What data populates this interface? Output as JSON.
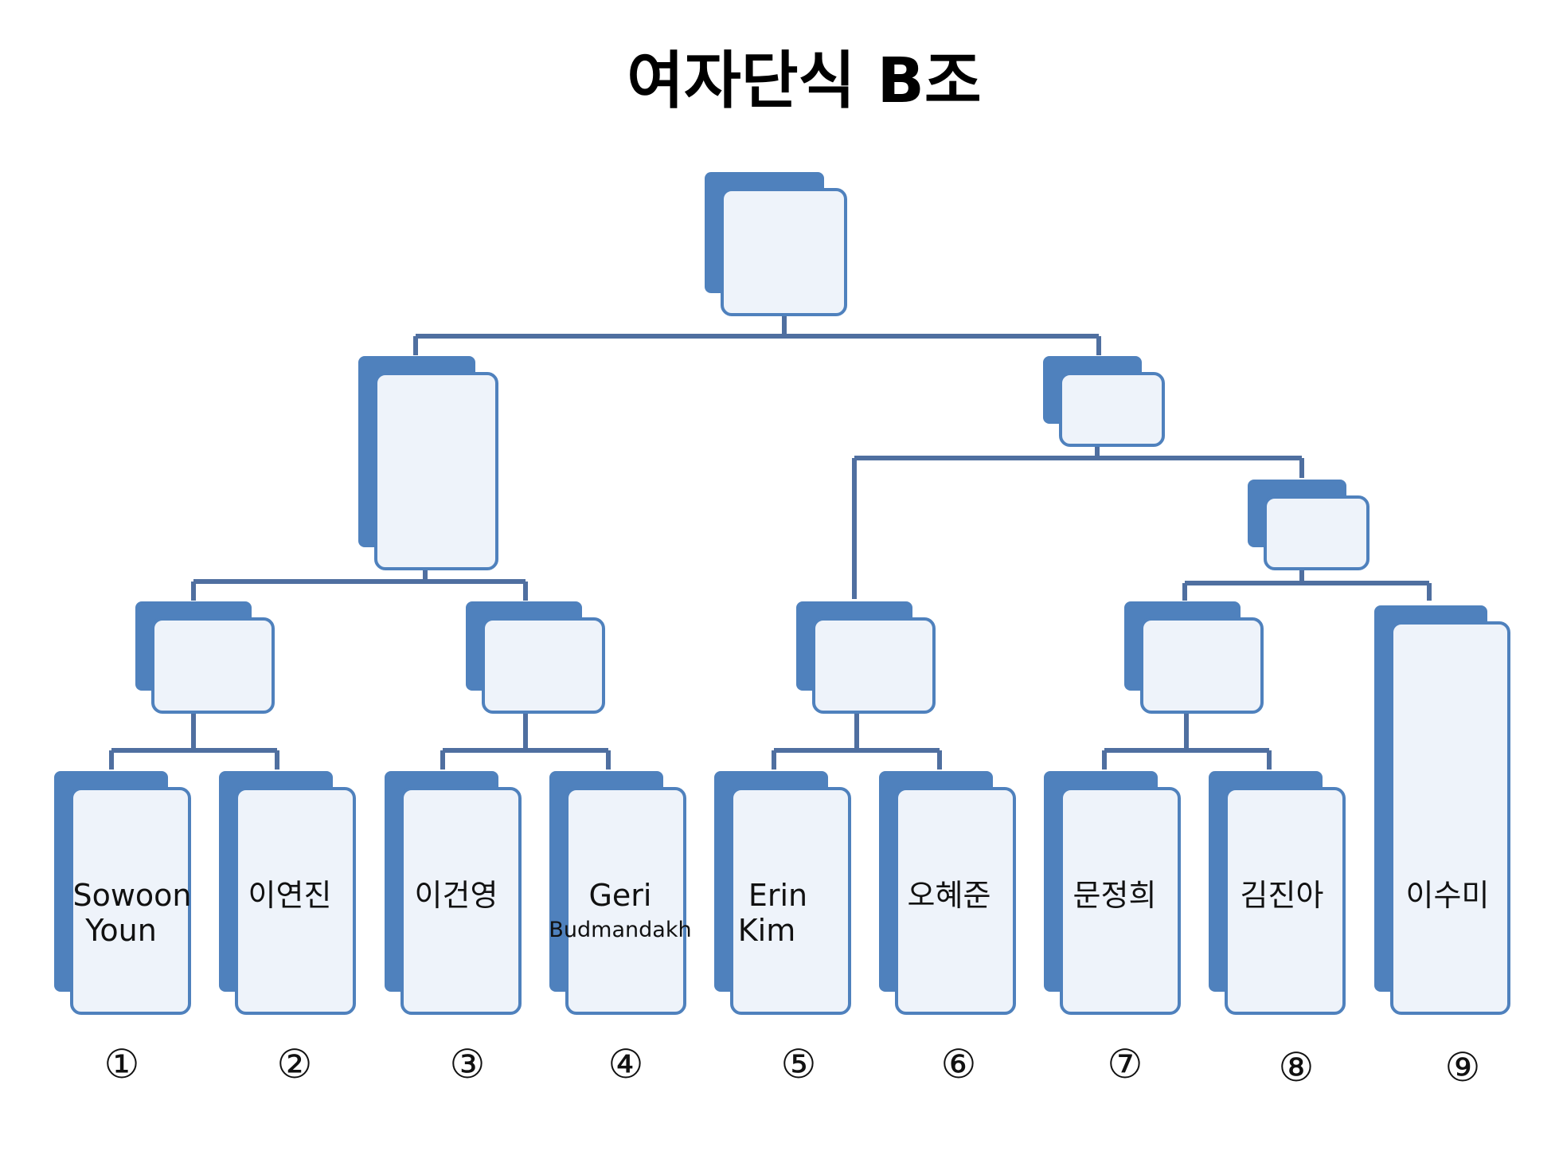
{
  "title": "여자단식 B조",
  "colors": {
    "back_block": "#4f81bd",
    "front_fill": "#eef3fa",
    "outline": "#4f81bd",
    "line": "#4f6fa0",
    "text": "#111111"
  },
  "players": [
    {
      "seed": "①",
      "name_lines": [
        "Sowoon",
        "Youn"
      ]
    },
    {
      "seed": "②",
      "name_lines": [
        "이연진"
      ]
    },
    {
      "seed": "③",
      "name_lines": [
        "이건영"
      ]
    },
    {
      "seed": "④",
      "name_lines": [
        "Geri",
        "Budmandakh"
      ]
    },
    {
      "seed": "⑤",
      "name_lines": [
        "Erin",
        "Kim"
      ]
    },
    {
      "seed": "⑥",
      "name_lines": [
        "오혜준"
      ]
    },
    {
      "seed": "⑦",
      "name_lines": [
        "문정희"
      ]
    },
    {
      "seed": "⑧",
      "name_lines": [
        "김진아"
      ]
    },
    {
      "seed": "⑨",
      "name_lines": [
        "이수미"
      ]
    }
  ]
}
